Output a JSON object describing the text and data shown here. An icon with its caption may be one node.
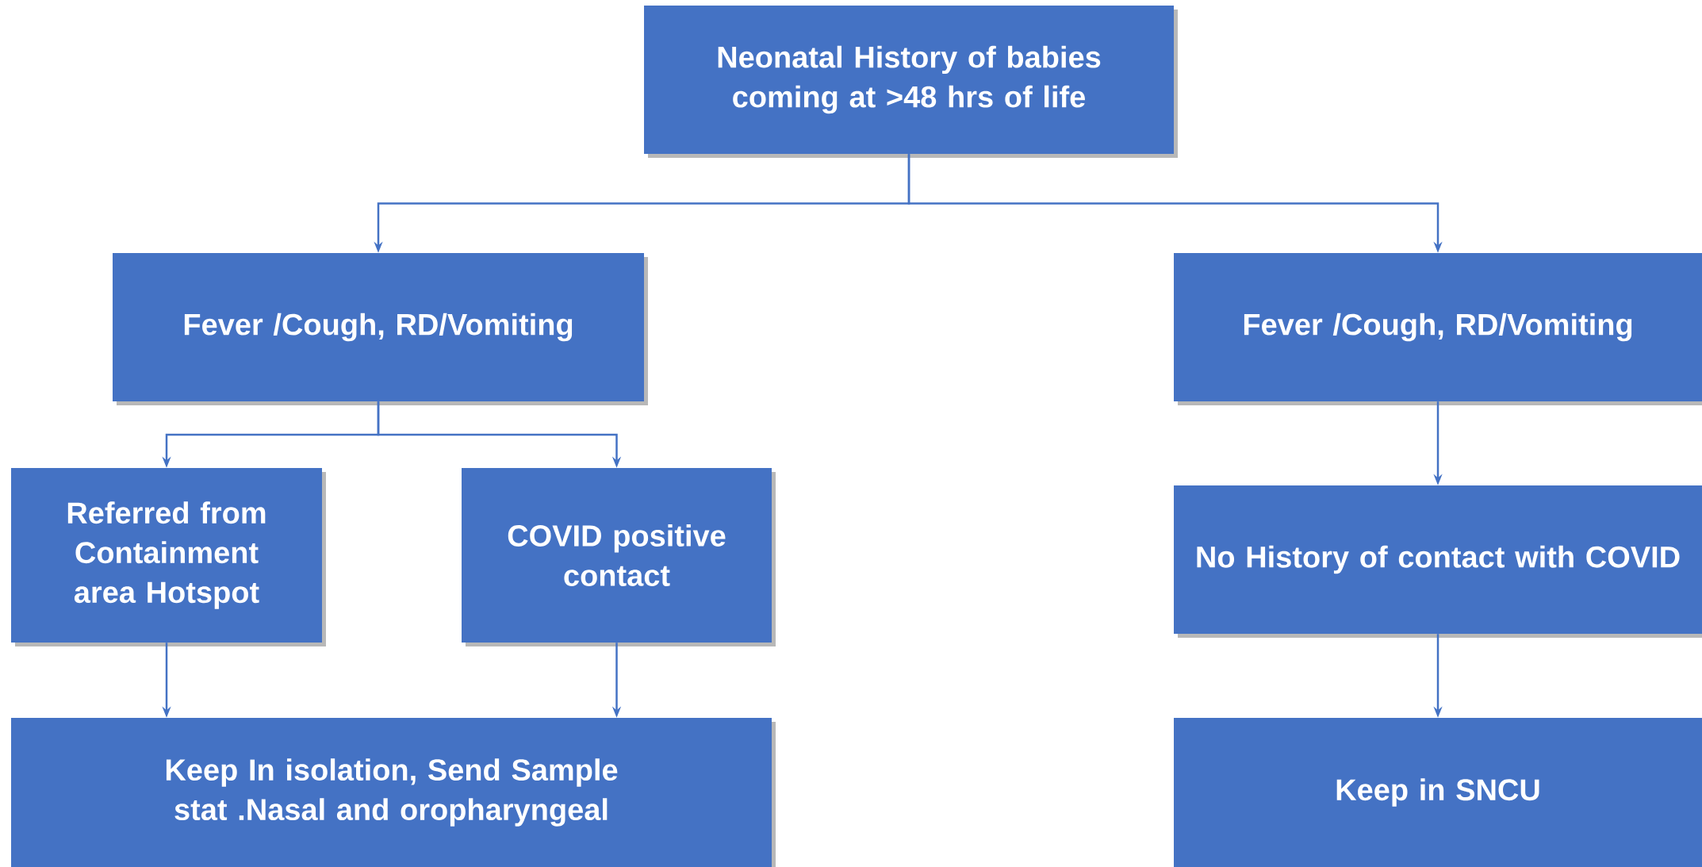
{
  "diagram": {
    "nodes": [
      {
        "text": [
          "Neonatal History of babies coming at >48 hrs of life"
        ]
      },
      {
        "text": [
          "Fever /Cough, RD/Vomiting"
        ]
      },
      {
        "text": [
          "Fever /Cough, RD/Vomiting"
        ]
      },
      {
        "text": [
          "Referred from Containment area Hotspot"
        ]
      },
      {
        "text": [
          "COVID positive contact"
        ]
      },
      {
        "text": [
          "Keep In isolation, Send Sample stat .Nasal and oropharyngeal"
        ]
      },
      {
        "text": [
          "No History of contact with COVID"
        ]
      },
      {
        "text": [
          "Keep in SNCU"
        ]
      }
    ],
    "edges": [
      {
        "from": 0,
        "to": 1,
        "arrow": "to"
      },
      {
        "from": 0,
        "to": 2,
        "arrow": "to"
      },
      {
        "from": 1,
        "to": 3,
        "arrow": "to"
      },
      {
        "from": 1,
        "to": 4,
        "arrow": "to"
      },
      {
        "from": 3,
        "to": 5,
        "arrow": "to"
      },
      {
        "from": 4,
        "to": 5,
        "arrow": "to"
      },
      {
        "from": 2,
        "to": 6,
        "arrow": "to"
      },
      {
        "from": 6,
        "to": 7,
        "arrow": "to"
      }
    ]
  }
}
